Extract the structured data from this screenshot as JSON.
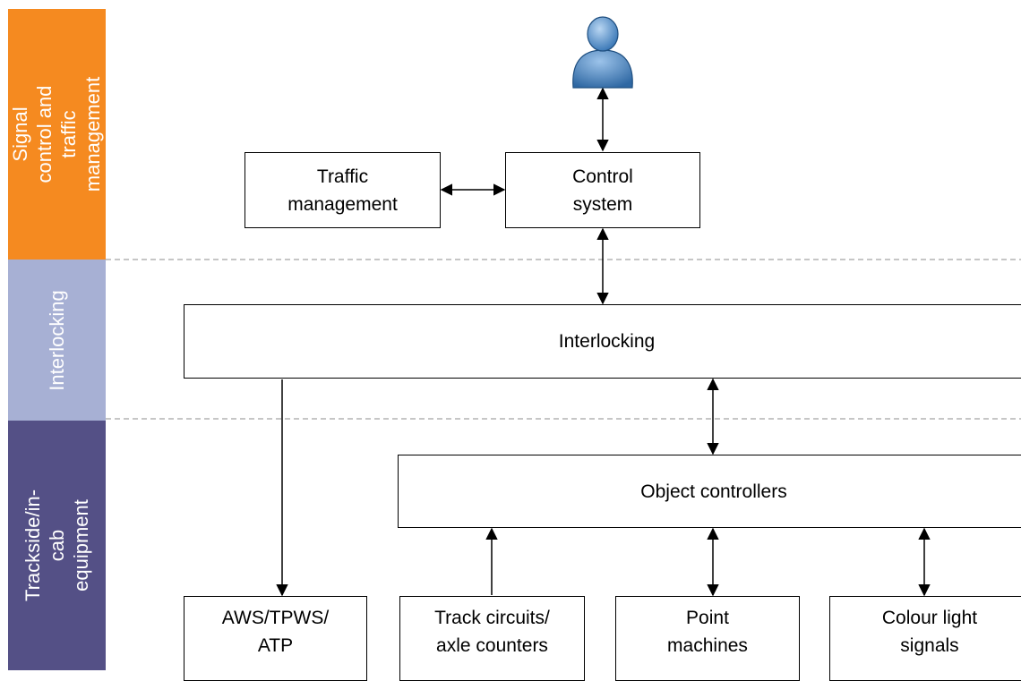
{
  "bands": {
    "signal_control": "Signal control and\ntraffic management",
    "interlocking": "Interlocking",
    "trackside": "Trackside/in-cab\nequipment"
  },
  "boxes": {
    "traffic_management": "Traffic\nmanagement",
    "control_system": "Control\nsystem",
    "interlocking": "Interlocking",
    "object_controllers": "Object controllers",
    "aws_tpws_atp": "AWS/TPWS/\nATP",
    "track_circuits": "Track circuits/\naxle counters",
    "point_machines": "Point\nmachines",
    "colour_light_signals": "Colour light\nsignals"
  },
  "icons": {
    "operator": "user-icon"
  },
  "colors": {
    "signal_band": "#f58a20",
    "interlocking_band": "#a7b0d4",
    "trackside_band": "#545086",
    "user_icon": "#5b9bd5"
  }
}
